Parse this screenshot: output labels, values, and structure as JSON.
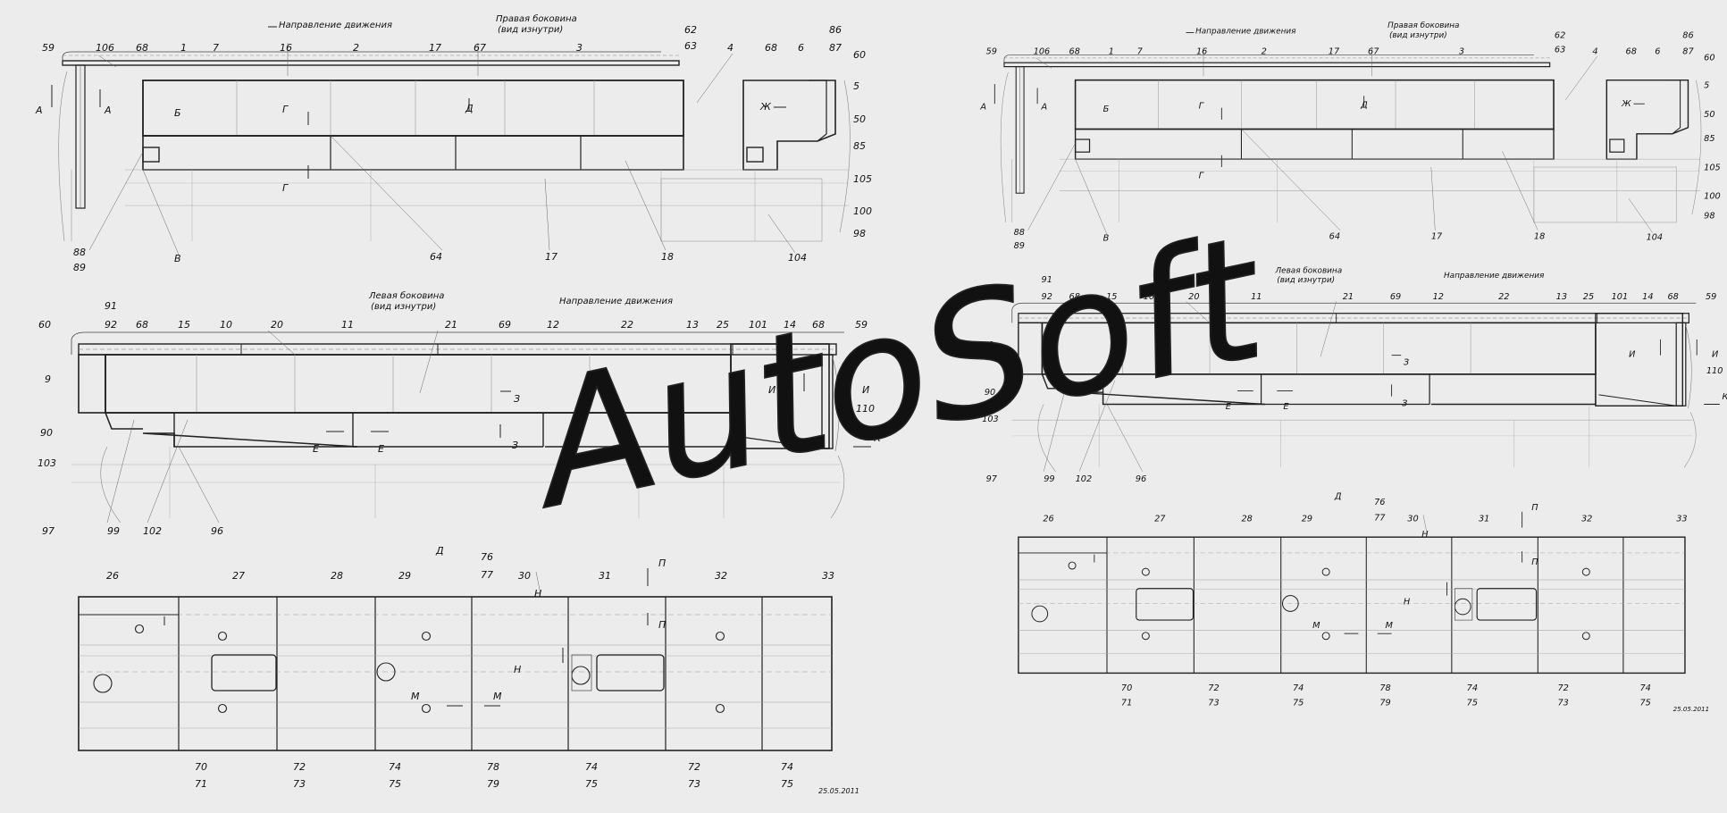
{
  "watermark": "AutoSoft",
  "panels": [
    {
      "id": "right-side-left-copy",
      "caption": [
        "Правая боковина",
        "(вид изнутри)"
      ],
      "direction": "Направление движения",
      "labels": [
        "59",
        "106",
        "68",
        "1",
        "7",
        "16",
        "2",
        "17",
        "67",
        "3",
        "62",
        "63",
        "4",
        "68",
        "6",
        "86",
        "87",
        "60",
        "5",
        "50",
        "85",
        "105",
        "100",
        "98",
        "104",
        "18",
        "17",
        "64",
        "В",
        "88",
        "89",
        "А",
        "А",
        "Б",
        "Г",
        "Г",
        "Д",
        "Ж"
      ]
    },
    {
      "id": "left-side-left-copy",
      "caption": [
        "Левая боковина",
        "(вид изнутри)"
      ],
      "direction": "Направление движения",
      "labels": [
        "91",
        "60",
        "92",
        "68",
        "15",
        "10",
        "20",
        "11",
        "21",
        "69",
        "12",
        "22",
        "13",
        "25",
        "101",
        "14",
        "68",
        "59",
        "9",
        "90",
        "103",
        "97",
        "99",
        "102",
        "96",
        "110",
        "К",
        "И",
        "И",
        "З",
        "З",
        "Е",
        "Е"
      ]
    },
    {
      "id": "roof-left-copy",
      "caption": [
        "Д"
      ],
      "labels": [
        "26",
        "27",
        "28",
        "29",
        "76",
        "77",
        "30",
        "31",
        "32",
        "33",
        "П",
        "П",
        "Н",
        "Н",
        "М",
        "М",
        "70",
        "71",
        "72",
        "73",
        "74",
        "75",
        "78",
        "79",
        "74",
        "75",
        "72",
        "73",
        "74",
        "75"
      ],
      "date": "25.05.2011"
    },
    {
      "id": "right-side-right-copy",
      "caption": [
        "Правая боковина",
        "(вид изнутри)"
      ],
      "direction": "Направление движения",
      "labels": [
        "59",
        "106",
        "68",
        "1",
        "7",
        "16",
        "2",
        "17",
        "67",
        "3",
        "62",
        "63",
        "4",
        "68",
        "6",
        "86",
        "87",
        "60",
        "5",
        "50",
        "85",
        "105",
        "100",
        "98",
        "104",
        "18",
        "17",
        "64",
        "В",
        "88",
        "89",
        "А",
        "А",
        "Б",
        "Г",
        "Г",
        "Д",
        "Ж"
      ]
    },
    {
      "id": "left-side-right-copy",
      "caption": [
        "Левая боковина",
        "(вид изнутри)"
      ],
      "direction": "Направление движения",
      "labels": [
        "91",
        "60",
        "92",
        "68",
        "15",
        "10",
        "20",
        "11",
        "21",
        "69",
        "12",
        "22",
        "13",
        "25",
        "101",
        "14",
        "68",
        "59",
        "9",
        "90",
        "103",
        "97",
        "99",
        "102",
        "96",
        "110",
        "К",
        "И",
        "И",
        "З",
        "З",
        "Е",
        "Е"
      ]
    },
    {
      "id": "roof-right-copy",
      "caption": [
        "Д"
      ],
      "labels": [
        "26",
        "27",
        "28",
        "29",
        "76",
        "77",
        "30",
        "31",
        "32",
        "33",
        "П",
        "П",
        "Н",
        "Н",
        "М",
        "М",
        "70",
        "71",
        "72",
        "73",
        "74",
        "75",
        "78",
        "79",
        "74",
        "75",
        "72",
        "73",
        "74",
        "75"
      ],
      "date": "25.05.2011"
    }
  ]
}
